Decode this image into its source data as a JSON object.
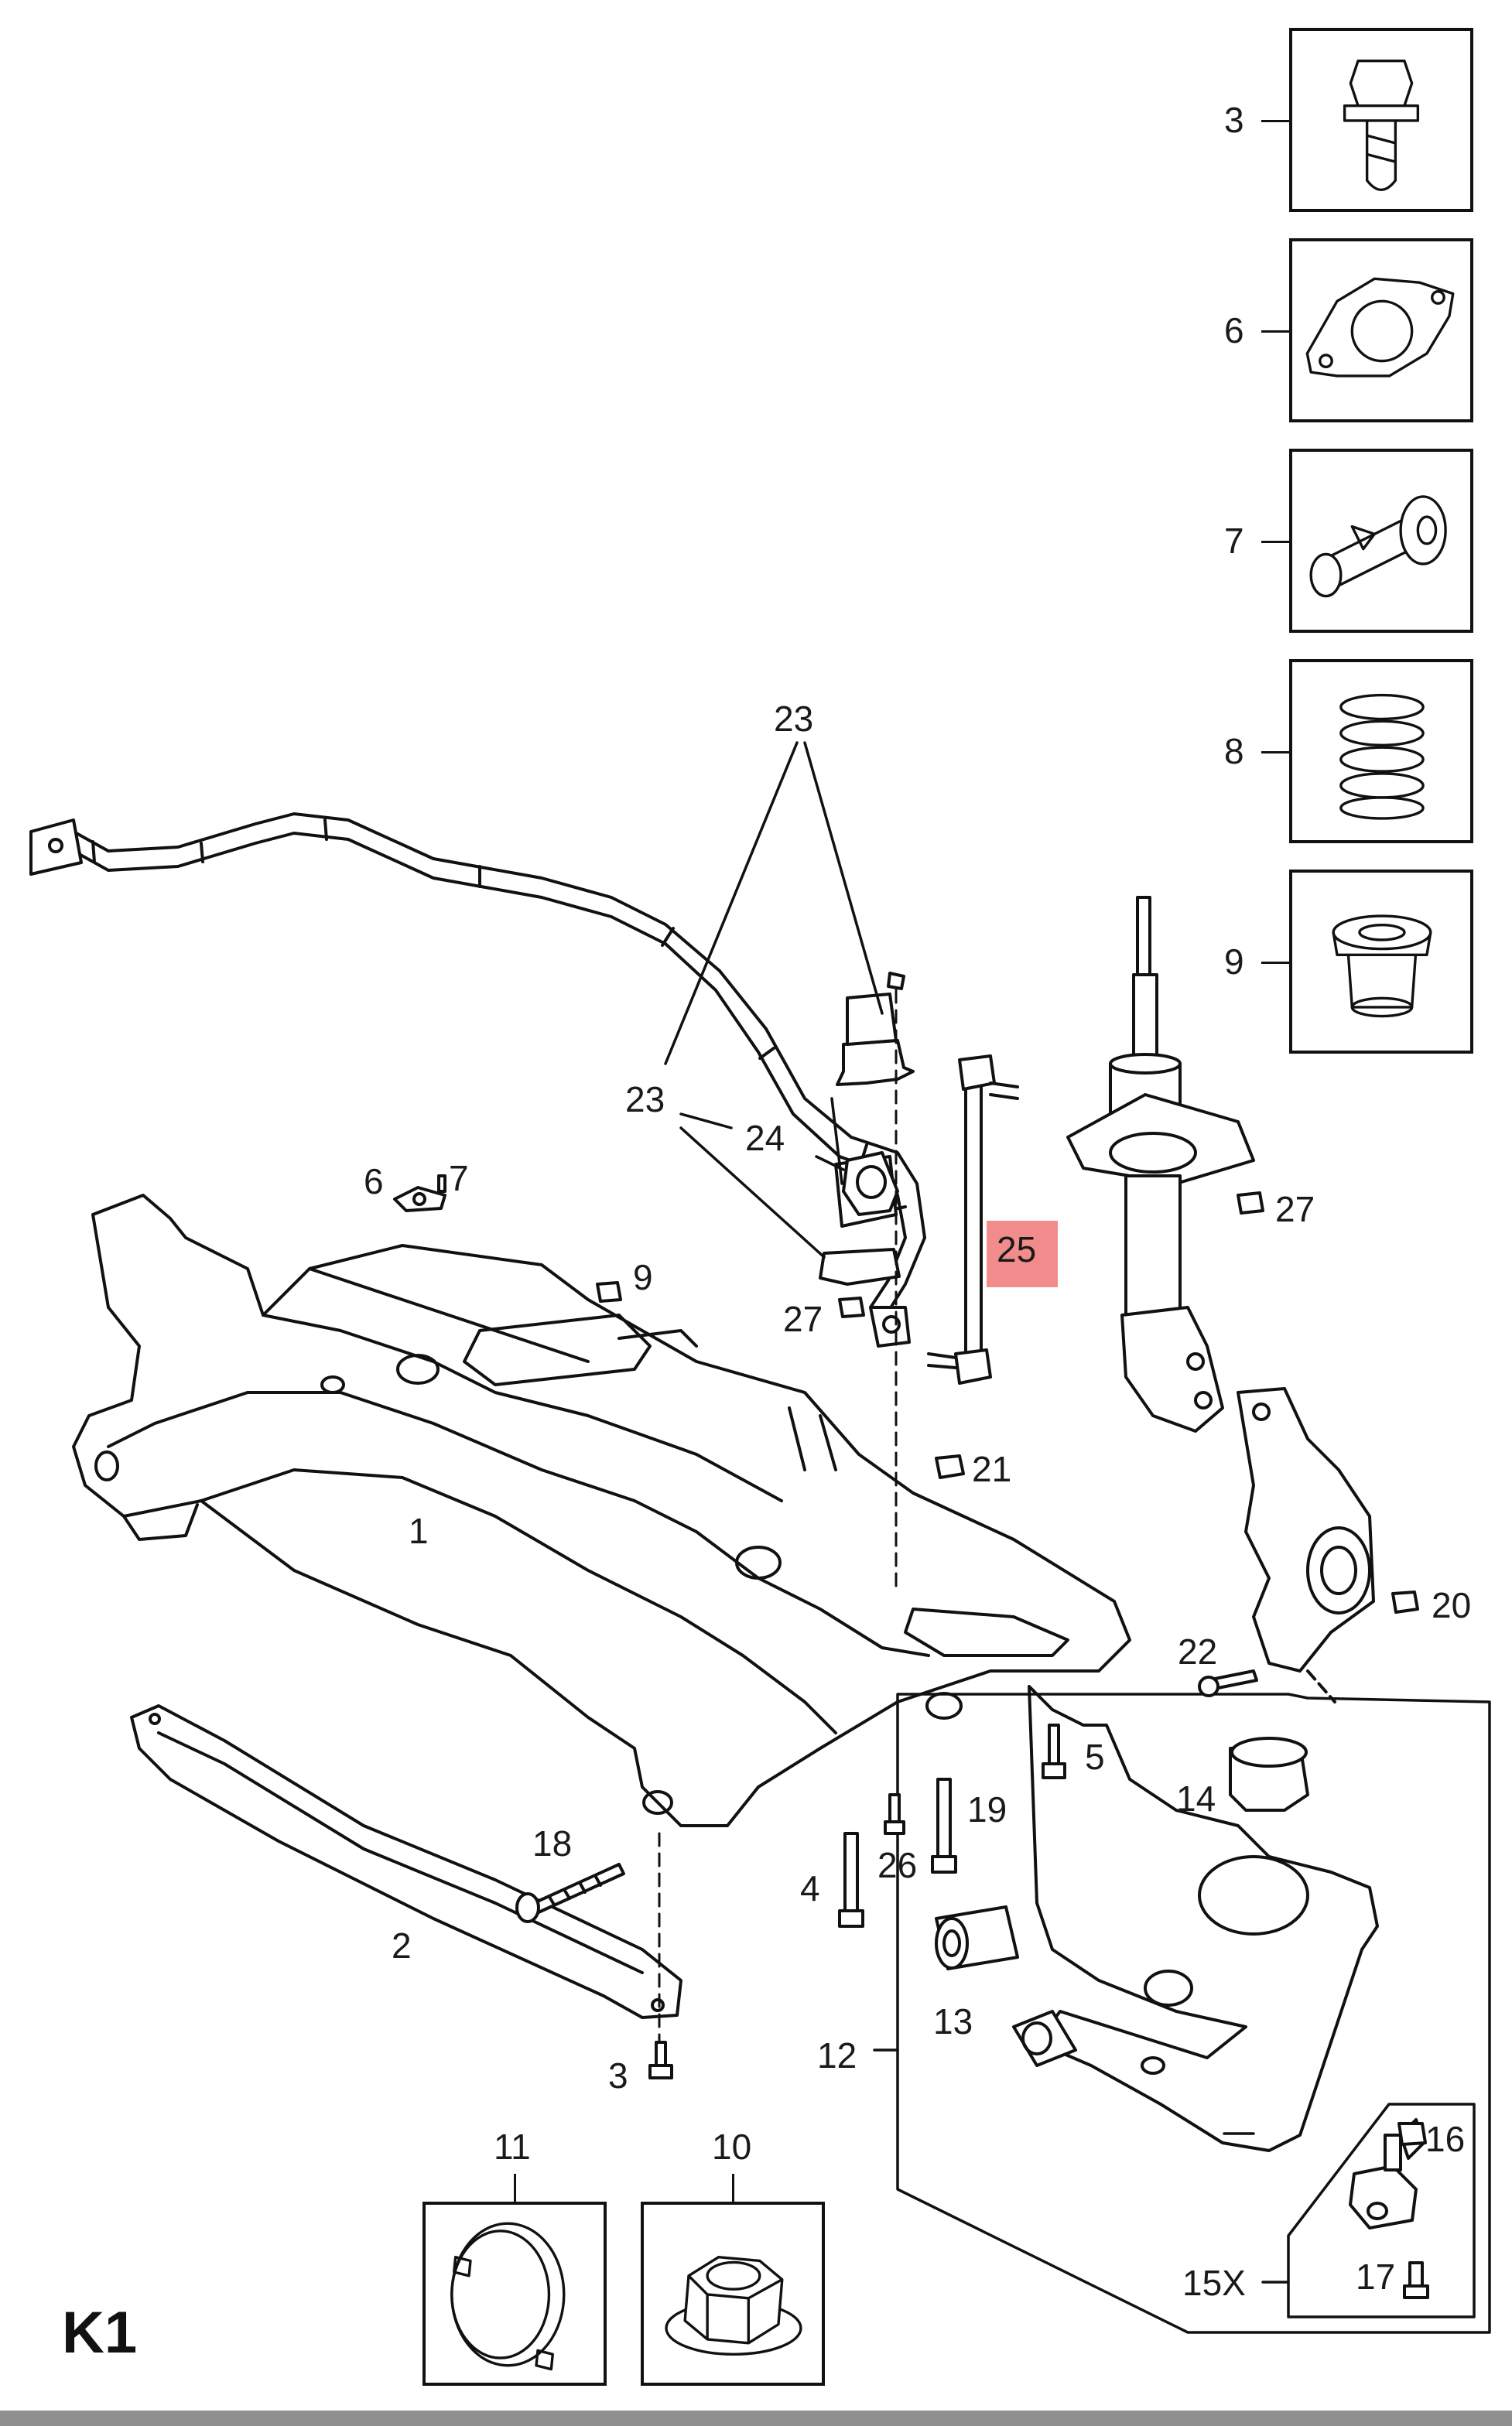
{
  "page_id": "K1",
  "highlight_color": "#f28b8b",
  "highlighted_part": "25",
  "side_items": [
    {
      "number": "3",
      "icon": "flange-bolt-icon"
    },
    {
      "number": "6",
      "icon": "mounting-plate-icon"
    },
    {
      "number": "7",
      "icon": "bushing-sleeve-icon"
    },
    {
      "number": "8",
      "icon": "coil-spring-icon"
    },
    {
      "number": "9",
      "icon": "bump-stop-icon"
    }
  ],
  "bottom_items": [
    {
      "number": "11",
      "icon": "cover-cap-icon"
    },
    {
      "number": "10",
      "icon": "hex-nut-icon"
    }
  ],
  "labels": {
    "l1": "1",
    "l2": "2",
    "l3": "3",
    "l4": "4",
    "l5": "5",
    "l6": "6",
    "l7": "7",
    "l9": "9",
    "l12": "12",
    "l13": "13",
    "l14": "14",
    "l15x": "15X",
    "l16": "16",
    "l17": "17",
    "l18": "18",
    "l19": "19",
    "l20": "20",
    "l21": "21",
    "l22": "22",
    "l23a": "23",
    "l23b": "23",
    "l24": "24",
    "l25": "25",
    "l26": "26",
    "l27a": "27",
    "l27b": "27"
  }
}
